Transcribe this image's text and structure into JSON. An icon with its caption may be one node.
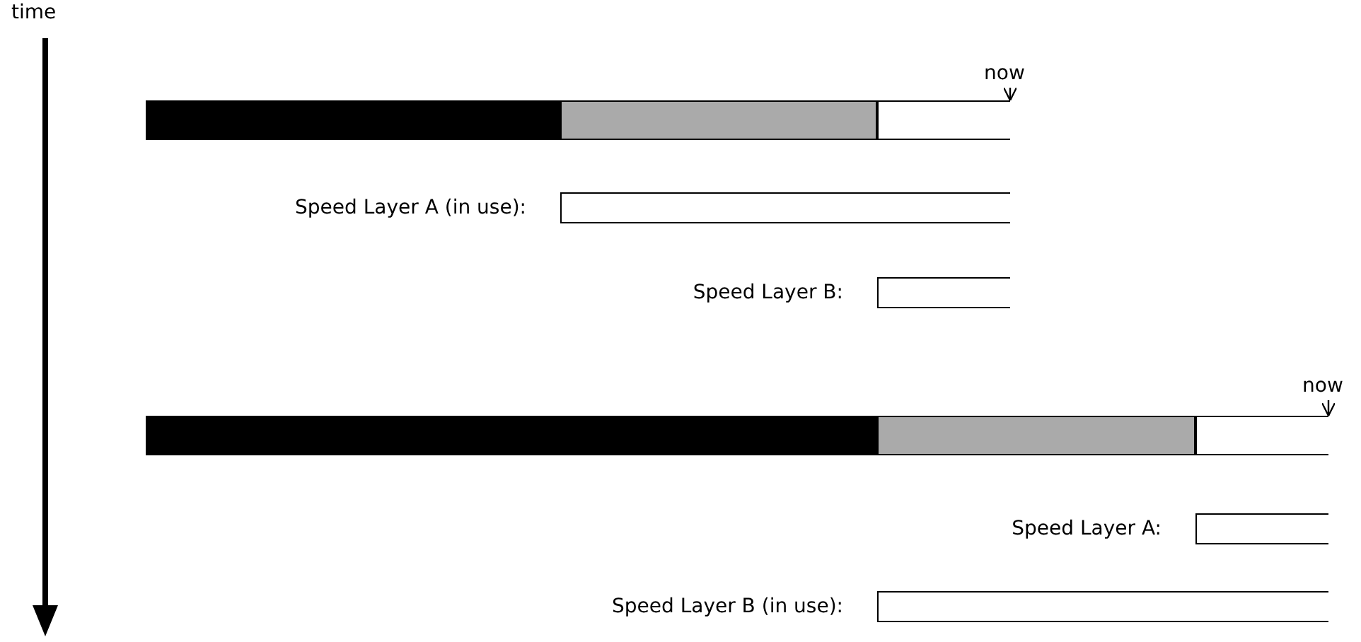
{
  "diagram": {
    "nodes": [
      {
        "text": [
          "now"
        ]
      },
      {
        "text": [],
        "shape": "bar"
      },
      {
        "text": [],
        "shape": "bar"
      },
      {
        "text": [],
        "shape": "bar"
      },
      {
        "text": [],
        "shape": "box",
        "beside": [
          "Speed Layer A (in use):"
        ]
      },
      {
        "text": [],
        "shape": "box",
        "beside": [
          "Speed Layer B:"
        ]
      },
      {
        "text": [
          "now"
        ]
      },
      {
        "text": [],
        "shape": "bar"
      },
      {
        "text": [],
        "shape": "bar"
      },
      {
        "text": [],
        "shape": "bar"
      },
      {
        "text": [],
        "shape": "box",
        "beside": [
          "Speed Layer A:"
        ]
      },
      {
        "text": [],
        "shape": "box",
        "beside": [
          "Speed Layer B (in use):"
        ]
      }
    ],
    "edges": [
      {
        "from": 0,
        "to": 3,
        "arrow": "to"
      },
      {
        "from": 6,
        "to": 9,
        "arrow": "to"
      }
    ],
    "labels": [
      "time"
    ]
  }
}
